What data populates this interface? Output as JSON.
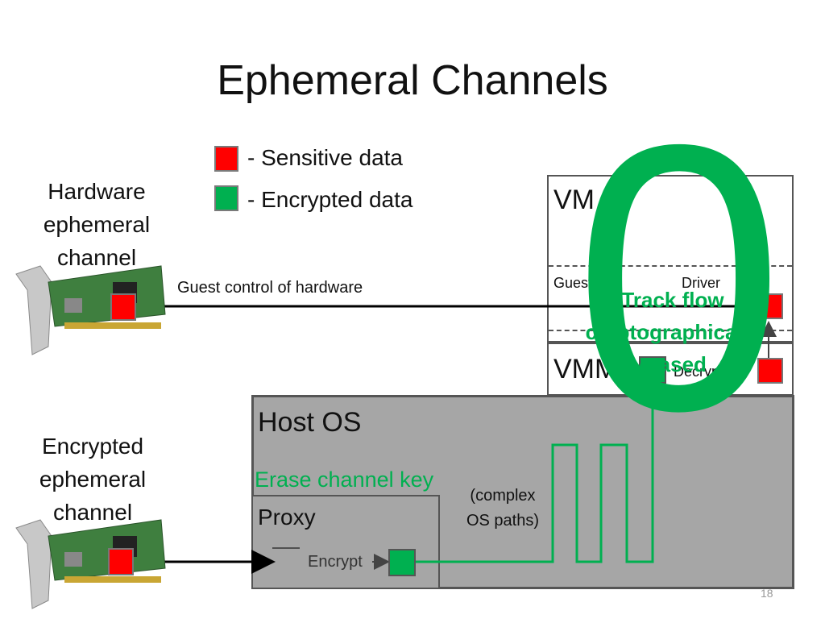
{
  "slide": {
    "title": "Ephemeral Channels",
    "page_number": "18"
  },
  "legend": {
    "sensitive": "- Sensitive data",
    "encrypted": "- Encrypted data",
    "sensitive_color": "#ff0000",
    "encrypted_color": "#00b050"
  },
  "labels": {
    "hardware_channel": [
      "Hardware",
      "ephemeral",
      "channel"
    ],
    "encrypted_channel": [
      "Encrypted",
      "ephemeral",
      "channel"
    ],
    "guest_control": "Guest control of hardware",
    "complex_paths": [
      "(complex",
      "OS paths)"
    ]
  },
  "vm": {
    "title1": "VM",
    "guest_os": "Guest OS",
    "driver": "Driver",
    "title2": "VMM",
    "decrypt": "Decrypt"
  },
  "host": {
    "title": "Host OS",
    "erase_key": "Erase channel key",
    "proxy": "Proxy",
    "encrypt": "Encrypt"
  },
  "overlay": {
    "big_char": "0",
    "line1": "Track flow",
    "line2": "cryptographically",
    "line3": "erased",
    "color": "#00b050"
  },
  "icons": {
    "nic1": "network-card-icon",
    "nic2": "network-card-icon"
  }
}
